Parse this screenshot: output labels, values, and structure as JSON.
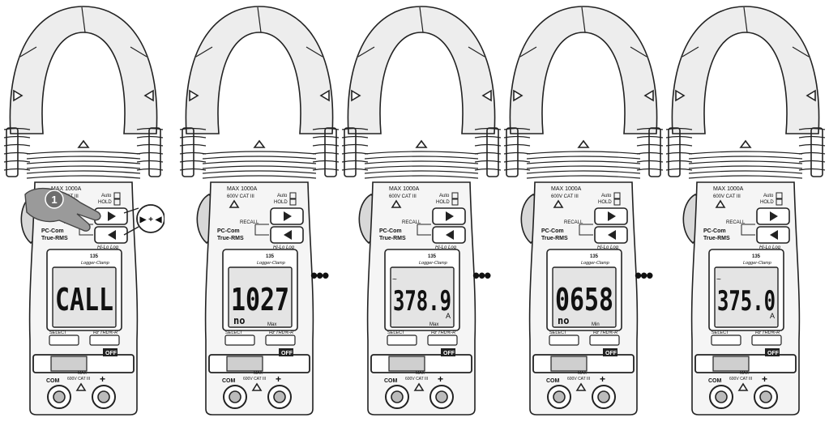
{
  "meter_text": {
    "max_rating": "MAX 1000A",
    "cat_rating": "600V CAT III",
    "auto": "Auto",
    "hold": "HOLD",
    "recall": "RECALL",
    "pc_com": "PC-Com",
    "true_rms": "True-RMS",
    "hi_lo_log": "Hi-Lo Log",
    "model": "135",
    "brand": "Logger-Clamp",
    "select": "SELECT",
    "hz_thd": "Hz THD%-R",
    "off": "OFF",
    "com": "COM",
    "jack_max": "MAX",
    "jack_cat": "600V CAT III",
    "plus": "+",
    "minus": "−"
  },
  "panels": [
    {
      "readout": "CALL",
      "mem_no": "",
      "tag": "",
      "unit": "",
      "ac_mark": "",
      "step": "1",
      "callout": "▶ + ◀"
    },
    {
      "readout": "1027",
      "mem_no": "no",
      "tag": "Max",
      "unit": "",
      "ac_mark": "",
      "step": "",
      "callout": ""
    },
    {
      "readout": "378.9",
      "mem_no": "",
      "tag": "Max",
      "unit": "A",
      "ac_mark": "~",
      "step": "",
      "callout": ""
    },
    {
      "readout": "0658",
      "mem_no": "no",
      "tag": "Min",
      "unit": "",
      "ac_mark": "",
      "step": "",
      "callout": ""
    },
    {
      "readout": "375.0",
      "mem_no": "",
      "tag": "",
      "unit": "A",
      "ac_mark": "~",
      "step": "",
      "callout": ""
    }
  ],
  "ellipsis": [
    "•••",
    "•••",
    "•••"
  ]
}
